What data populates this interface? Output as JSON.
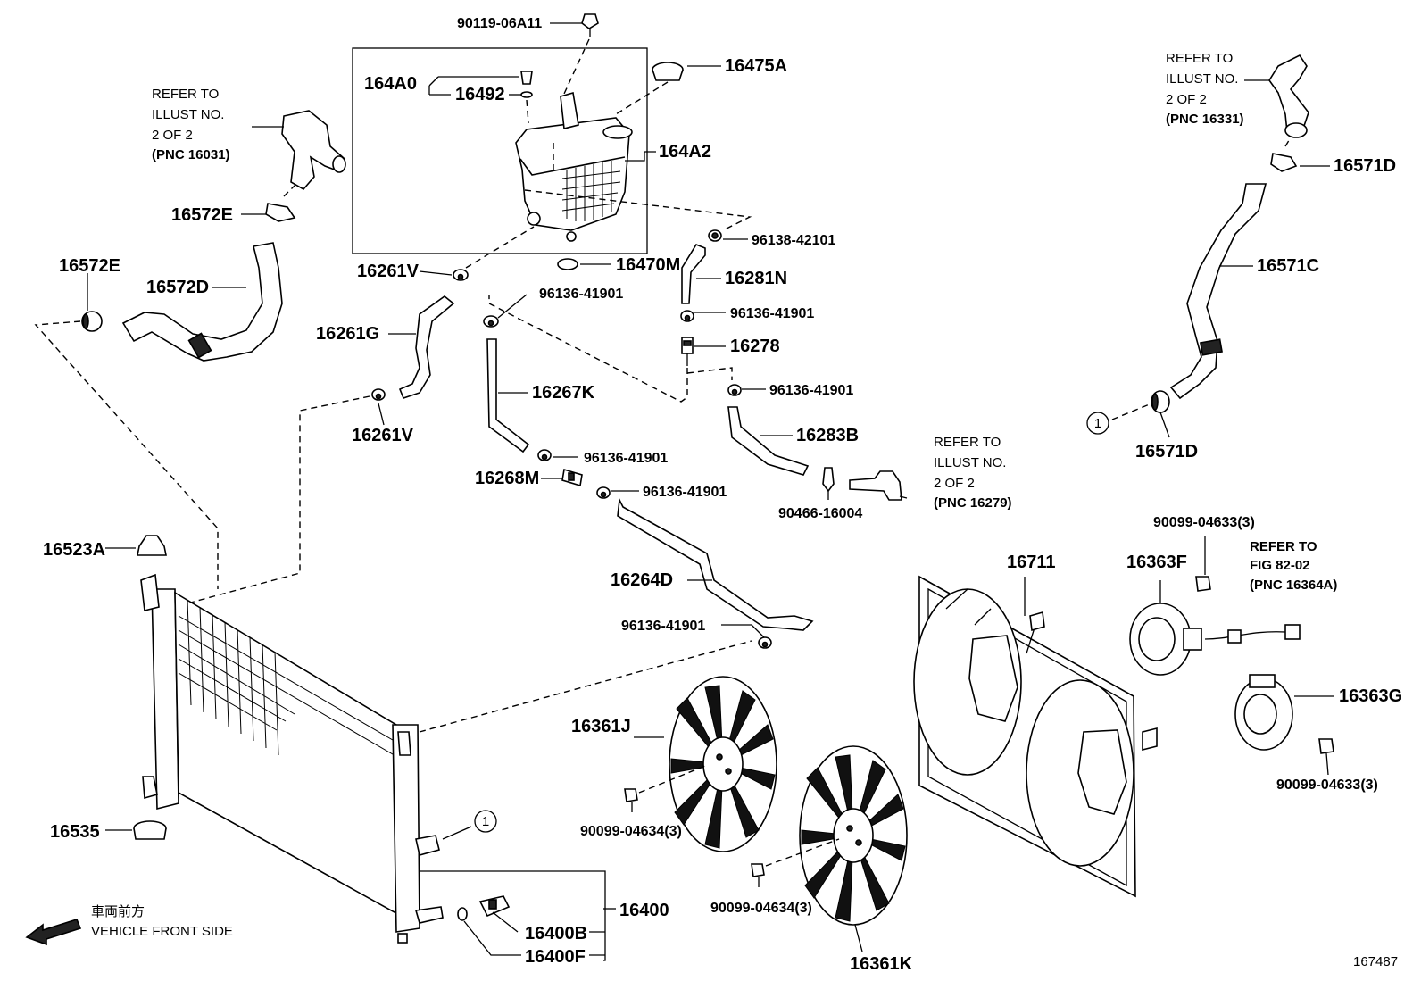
{
  "figure_id": "167487",
  "direction_note": {
    "jp": "車両前方",
    "en": "VEHICLE FRONT SIDE"
  },
  "refs": {
    "r16031": [
      "REFER TO",
      "ILLUST NO.",
      "2 OF 2",
      "(PNC 16031)"
    ],
    "r16331": [
      "REFER TO",
      "ILLUST NO.",
      "2 OF 2",
      "(PNC 16331)"
    ],
    "r16279": [
      "REFER TO",
      "ILLUST NO.",
      "2 OF 2",
      "(PNC 16279)"
    ],
    "r16364A": [
      "REFER TO",
      "FIG 82-02",
      "(PNC 16364A)"
    ]
  },
  "callout_marker": "1",
  "labels": {
    "p90119": "90119-06A11",
    "p164A0": "164A0",
    "p16492": "16492",
    "p16475A": "16475A",
    "p164A2": "164A2",
    "p96138": "96138-42101",
    "p16470M": "16470M",
    "p16281N": "16281N",
    "p96136a": "96136-41901",
    "p96136b": "96136-41901",
    "p16278": "16278",
    "p96136c": "96136-41901",
    "p16283B": "16283B",
    "p16267K": "16267K",
    "p96136d": "96136-41901",
    "p16268M": "16268M",
    "p96136e": "96136-41901",
    "p90466": "90466-16004",
    "p16264D": "16264D",
    "p96136f": "96136-41901",
    "p16261Va": "16261V",
    "p16261G": "16261G",
    "p16261Vb": "16261V",
    "p16572Ea": "16572E",
    "p16572Eb": "16572E",
    "p16572D": "16572D",
    "p16571D_top": "16571D",
    "p16571C": "16571C",
    "p16571D_bot": "16571D",
    "p16523A": "16523A",
    "p16535": "16535",
    "p16400": "16400",
    "p16400B": "16400B",
    "p16400F": "16400F",
    "p16361J": "16361J",
    "p16361K": "16361K",
    "p90099_4634a": "90099-04634(3)",
    "p90099_4634b": "90099-04634(3)",
    "p16711": "16711",
    "p16363F": "16363F",
    "p16363G": "16363G",
    "p90099_4633a": "90099-04633(3)",
    "p90099_4633b": "90099-04633(3)"
  }
}
